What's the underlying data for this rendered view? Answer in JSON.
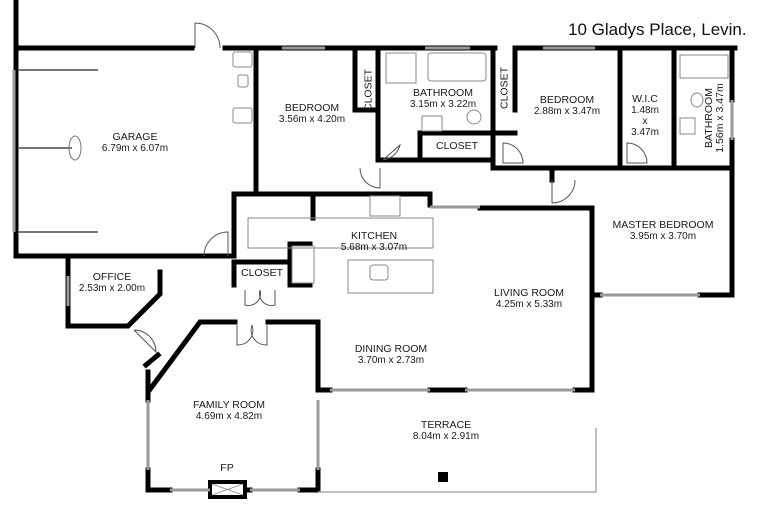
{
  "title": "10 Gladys Place, Levin.",
  "rooms": {
    "garage": {
      "name": "GARAGE",
      "dims": "6.79m x 6.07m"
    },
    "bedroom1": {
      "name": "BEDROOM",
      "dims": "3.56m x 4.20m"
    },
    "closet1": {
      "name": "CLOSET"
    },
    "bathroom1": {
      "name": "BATHROOM",
      "dims": "3.15m x 3.22m"
    },
    "closet2": {
      "name": "CLOSET"
    },
    "closet3": {
      "name": "CLOSET"
    },
    "bedroom2": {
      "name": "BEDROOM",
      "dims": "2.88m x 3.47m"
    },
    "wic": {
      "name": "W.I.C",
      "dims_l1": "1.48m",
      "dims_l2": "x",
      "dims_l3": "3.47m"
    },
    "bathroom2": {
      "name": "BATHROOM",
      "dims": "1.56m x 3.47m"
    },
    "kitchen": {
      "name": "KITCHEN",
      "dims": "5.68m x 3.07m"
    },
    "closet4": {
      "name": "CLOSET"
    },
    "office": {
      "name": "OFFICE",
      "dims": "2.53m x 2.00m"
    },
    "master_bedroom": {
      "name": "MASTER BEDROOM",
      "dims": "3.95m x 3.70m"
    },
    "living_room": {
      "name": "LIVING ROOM",
      "dims": "4.25m x 5.33m"
    },
    "dining_room": {
      "name": "DINING ROOM",
      "dims": "3.70m x 2.73m"
    },
    "family_room": {
      "name": "FAMILY ROOM",
      "dims": "4.69m x 4.82m"
    },
    "fireplace": {
      "name": "FP"
    },
    "terrace": {
      "name": "TERRACE",
      "dims": "8.04m x 2.91m"
    }
  },
  "colors": {
    "wall": "#000000",
    "window": "#9a9a9a",
    "fixture": "#777777",
    "background": "#ffffff"
  }
}
